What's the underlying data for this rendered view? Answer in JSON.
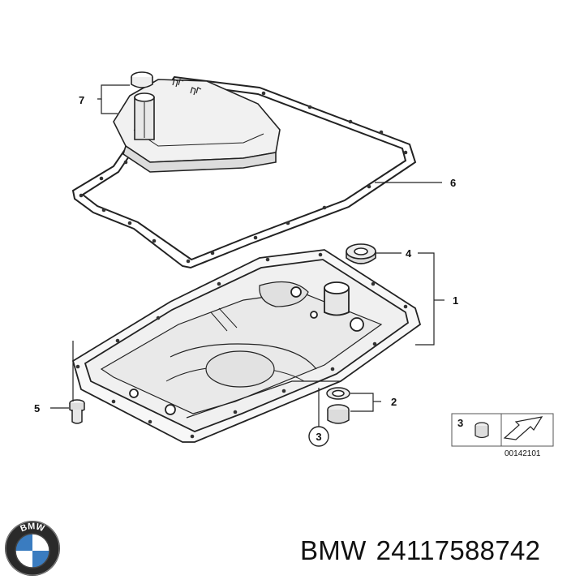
{
  "diagram": {
    "callouts": {
      "c1": "1",
      "c2": "2",
      "c3": "3",
      "c4": "4",
      "c5": "5",
      "c6": "6",
      "c7": "7"
    },
    "legend": {
      "number": "3",
      "reference": "00142101"
    }
  },
  "logo": {
    "text": "BMW"
  },
  "caption": {
    "brand": "BMW",
    "part_number": "24117588742"
  }
}
